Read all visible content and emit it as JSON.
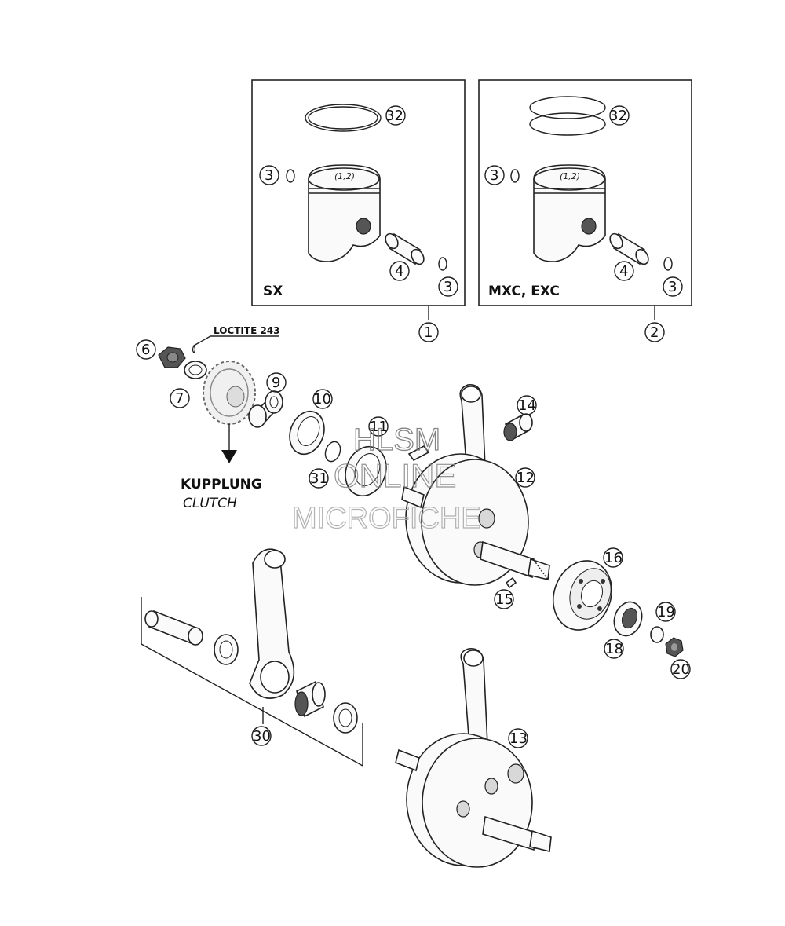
{
  "panels": {
    "sx": {
      "label": "SX",
      "piston_mark": "(1,2)"
    },
    "mxc": {
      "label": "MXC, EXC",
      "piston_mark": "(1,2)"
    }
  },
  "annotations": {
    "loctite": "LOCTITE 243",
    "kupplung": "KUPPLUNG",
    "clutch": "CLUTCH"
  },
  "callouts": {
    "c1": "1",
    "c2": "2",
    "c3a": "3",
    "c3b": "3",
    "c3c": "3",
    "c3d": "3",
    "c4a": "4",
    "c4b": "4",
    "c6": "6",
    "c7": "7",
    "c9": "9",
    "c10": "10",
    "c11": "11",
    "c12": "12",
    "c13": "13",
    "c14": "14",
    "c15": "15",
    "c16": "16",
    "c18": "18",
    "c19": "19",
    "c20": "20",
    "c30": "30",
    "c31": "31",
    "c32a": "32",
    "c32b": "32"
  },
  "watermark": {
    "line1": "HLSM",
    "line2": "ONLINE",
    "line3": "MICROFICHE"
  }
}
